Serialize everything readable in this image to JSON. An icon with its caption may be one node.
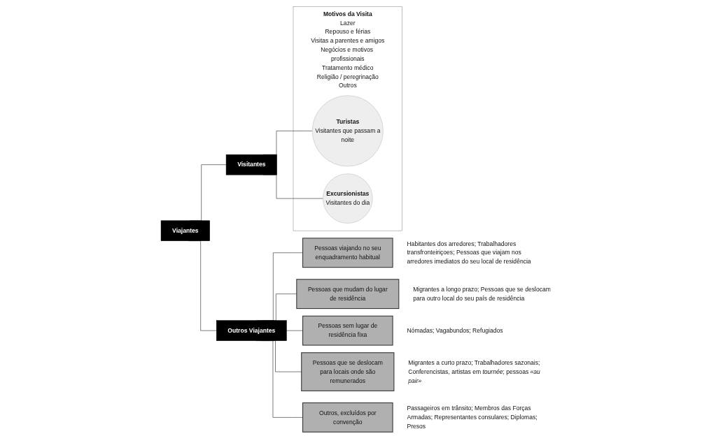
{
  "diagram": {
    "nodes": [
      {
        "text": [
          "Viajantes"
        ]
      },
      {
        "text": [
          "Visitantes"
        ]
      },
      {
        "text": [
          "Outros Viajantes"
        ]
      },
      {
        "text": [
          "Motivos da Visita",
          "Lazer",
          "Repouso e férias",
          "Visitas a parentes e amigos",
          "Negócios e motivos profissionais",
          "Tratamento médico",
          "Religião / peregrinação",
          "Outros"
        ]
      },
      {
        "text": [
          "Turistas",
          "Visitantes que passam a noite"
        ],
        "in": 3
      },
      {
        "text": [
          "Excursionistas",
          "Visitantes do dia"
        ],
        "in": 3
      },
      {
        "text": [
          "Pessoas viajando no seu enquadramento habitual"
        ],
        "beside": [
          "Habitantes dos arredores; Trabalhadores transfronteiriçoes; Pessoas que viajam nos arredores imediatos do seu local de residência"
        ]
      },
      {
        "text": [
          "Pessoas que mudam do lugar de residência"
        ],
        "beside": [
          "Migrantes a longo prazo; Pessoas que se deslocam para outro local do seu país de residência"
        ]
      },
      {
        "text": [
          "Pessoas sem lugar de residência fixa"
        ],
        "beside": [
          "Nómadas; Vagabundos; Refugiados"
        ]
      },
      {
        "text": [
          "Pessoas que se deslocam para locais onde são remunerados"
        ],
        "beside": [
          "Migrantes a curto prazo; Trabalhadores sazonais; Conferencistas, artistas em *tournée*; pessoas *«au pair»*"
        ]
      },
      {
        "text": [
          "Outros, excluídos por convenção"
        ],
        "beside": [
          "Passageiros em trânsito; Membros das Forças Armadas; Representantes consulares; Diplomas; Presos"
        ]
      }
    ],
    "edges": [
      {
        "from": 0,
        "to": 1,
        "arrow": "none"
      },
      {
        "from": 0,
        "to": 2,
        "arrow": "none"
      },
      {
        "from": 1,
        "to": 4,
        "arrow": "none"
      },
      {
        "from": 1,
        "to": 5,
        "arrow": "none"
      },
      {
        "from": 2,
        "to": 6,
        "arrow": "none"
      },
      {
        "from": 2,
        "to": 7,
        "arrow": "none"
      },
      {
        "from": 2,
        "to": 8,
        "arrow": "none"
      },
      {
        "from": 2,
        "to": 9,
        "arrow": "none"
      },
      {
        "from": 2,
        "to": 10,
        "arrow": "none"
      }
    ]
  }
}
